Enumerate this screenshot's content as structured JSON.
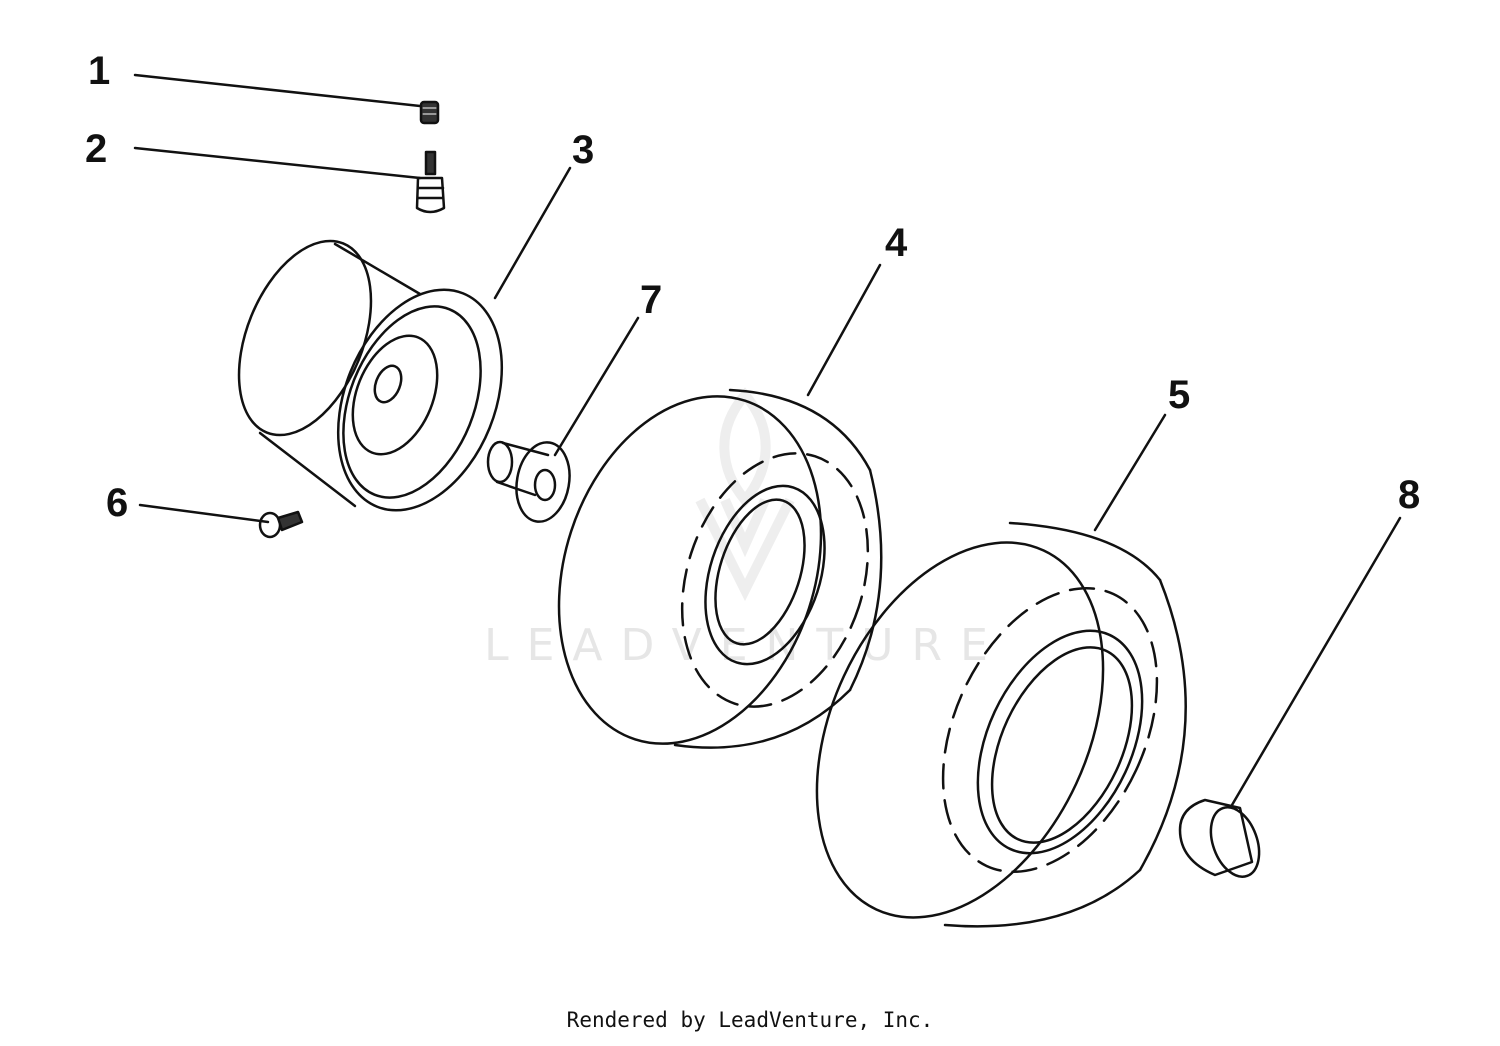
{
  "watermark": {
    "text": "LEADVENTURE"
  },
  "callouts": [
    {
      "id": 1,
      "label": "1"
    },
    {
      "id": 2,
      "label": "2"
    },
    {
      "id": 3,
      "label": "3"
    },
    {
      "id": 4,
      "label": "4"
    },
    {
      "id": 5,
      "label": "5"
    },
    {
      "id": 6,
      "label": "6"
    },
    {
      "id": 7,
      "label": "7"
    },
    {
      "id": 8,
      "label": "8"
    }
  ],
  "footer": {
    "text": "Rendered by LeadVenture, Inc."
  },
  "colors": {
    "line": "#111111",
    "background": "#ffffff",
    "watermark": "#e6e6e6"
  }
}
